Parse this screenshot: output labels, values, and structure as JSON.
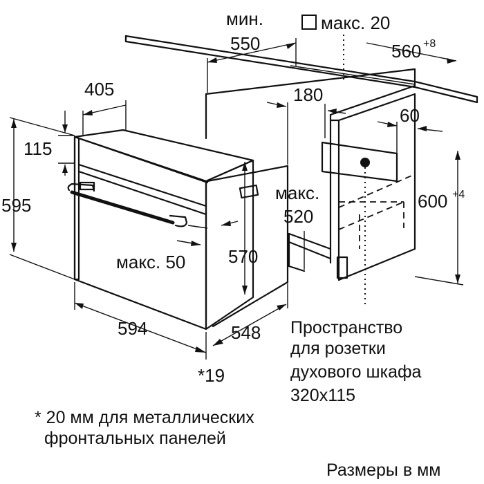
{
  "labels": {
    "min_word": "мин.",
    "d550": "550",
    "sq_max20": "макс. 20",
    "d560": "560",
    "d560_sup": "+8",
    "d405": "405",
    "d180": "180",
    "d60": "60",
    "d115": "115",
    "d595": "595",
    "max_word": "макс.",
    "d520": "520",
    "d600": "600",
    "d600_sup": "+4",
    "max50": "макс. 50",
    "d570": "570",
    "d594": "594",
    "d548": "548",
    "star19": "*19"
  },
  "socket_note": [
    "Пространство",
    "для розетки",
    "духового шкафа",
    "320x115"
  ],
  "footnote": [
    "* 20 мм для металлических",
    "фронтальных панелей"
  ],
  "units_note": "Размеры в мм"
}
